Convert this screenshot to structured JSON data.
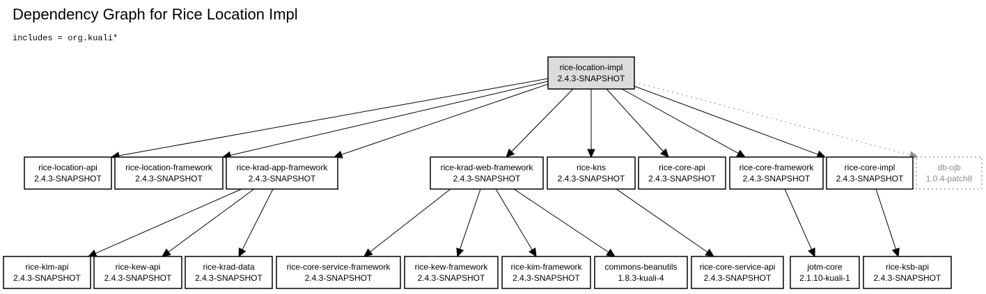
{
  "header": {
    "title": "Dependency Graph for Rice Location Impl",
    "filter": "includes = org.kuali*"
  },
  "graph": {
    "nodes": [
      {
        "id": "rice-location-impl",
        "name": "rice-location-impl",
        "version": "2.4.3-SNAPSHOT",
        "kind": "root"
      },
      {
        "id": "rice-location-api",
        "name": "rice-location-api",
        "version": "2.4.3-SNAPSHOT",
        "kind": "normal"
      },
      {
        "id": "rice-location-framework",
        "name": "rice-location-framework",
        "version": "2.4.3-SNAPSHOT",
        "kind": "normal"
      },
      {
        "id": "rice-krad-app-framework",
        "name": "rice-krad-app-framework",
        "version": "2.4.3-SNAPSHOT",
        "kind": "normal"
      },
      {
        "id": "rice-krad-web-framework",
        "name": "rice-krad-web-framework",
        "version": "2.4.3-SNAPSHOT",
        "kind": "normal"
      },
      {
        "id": "rice-kns",
        "name": "rice-kns",
        "version": "2.4.3-SNAPSHOT",
        "kind": "normal"
      },
      {
        "id": "rice-core-api",
        "name": "rice-core-api",
        "version": "2.4.3-SNAPSHOT",
        "kind": "normal"
      },
      {
        "id": "rice-core-framework",
        "name": "rice-core-framework",
        "version": "2.4.3-SNAPSHOT",
        "kind": "normal"
      },
      {
        "id": "rice-core-impl",
        "name": "rice-core-impl",
        "version": "2.4.3-SNAPSHOT",
        "kind": "normal"
      },
      {
        "id": "db-ojb",
        "name": "db-ojb",
        "version": "1.0.4-patch8",
        "kind": "optional"
      },
      {
        "id": "rice-kim-api",
        "name": "rice-kim-api",
        "version": "2.4.3-SNAPSHOT",
        "kind": "normal"
      },
      {
        "id": "rice-kew-api",
        "name": "rice-kew-api",
        "version": "2.4.3-SNAPSHOT",
        "kind": "normal"
      },
      {
        "id": "rice-krad-data",
        "name": "rice-krad-data",
        "version": "2.4.3-SNAPSHOT",
        "kind": "normal"
      },
      {
        "id": "rice-core-service-framework",
        "name": "rice-core-service-framework",
        "version": "2.4.3-SNAPSHOT",
        "kind": "normal"
      },
      {
        "id": "rice-kew-framework",
        "name": "rice-kew-framework",
        "version": "2.4.3-SNAPSHOT",
        "kind": "normal"
      },
      {
        "id": "rice-kim-framework",
        "name": "rice-kim-framework",
        "version": "2.4.3-SNAPSHOT",
        "kind": "normal"
      },
      {
        "id": "commons-beanutils",
        "name": "commons-beanutils",
        "version": "1.8.3-kuali-4",
        "kind": "normal"
      },
      {
        "id": "rice-core-service-api",
        "name": "rice-core-service-api",
        "version": "2.4.3-SNAPSHOT",
        "kind": "normal"
      },
      {
        "id": "jotm-core",
        "name": "jotm-core",
        "version": "2.1.10-kuali-1",
        "kind": "normal"
      },
      {
        "id": "rice-ksb-api",
        "name": "rice-ksb-api",
        "version": "2.4.3-SNAPSHOT",
        "kind": "normal"
      }
    ],
    "edges": [
      {
        "from": "rice-location-impl",
        "to": "rice-location-api",
        "style": "solid"
      },
      {
        "from": "rice-location-impl",
        "to": "rice-location-framework",
        "style": "solid"
      },
      {
        "from": "rice-location-impl",
        "to": "rice-krad-app-framework",
        "style": "solid"
      },
      {
        "from": "rice-location-impl",
        "to": "rice-krad-web-framework",
        "style": "solid"
      },
      {
        "from": "rice-location-impl",
        "to": "rice-kns",
        "style": "solid"
      },
      {
        "from": "rice-location-impl",
        "to": "rice-core-api",
        "style": "solid"
      },
      {
        "from": "rice-location-impl",
        "to": "rice-core-framework",
        "style": "solid"
      },
      {
        "from": "rice-location-impl",
        "to": "rice-core-impl",
        "style": "solid"
      },
      {
        "from": "rice-location-impl",
        "to": "db-ojb",
        "style": "dotted"
      },
      {
        "from": "rice-krad-app-framework",
        "to": "rice-kim-api",
        "style": "solid"
      },
      {
        "from": "rice-krad-app-framework",
        "to": "rice-kew-api",
        "style": "solid"
      },
      {
        "from": "rice-krad-app-framework",
        "to": "rice-krad-data",
        "style": "solid"
      },
      {
        "from": "rice-krad-web-framework",
        "to": "rice-core-service-framework",
        "style": "solid"
      },
      {
        "from": "rice-krad-web-framework",
        "to": "rice-kew-framework",
        "style": "solid"
      },
      {
        "from": "rice-krad-web-framework",
        "to": "rice-kim-framework",
        "style": "solid"
      },
      {
        "from": "rice-krad-web-framework",
        "to": "commons-beanutils",
        "style": "solid"
      },
      {
        "from": "rice-kns",
        "to": "rice-core-service-api",
        "style": "solid"
      },
      {
        "from": "rice-core-framework",
        "to": "jotm-core",
        "style": "solid"
      },
      {
        "from": "rice-core-impl",
        "to": "rice-ksb-api",
        "style": "solid"
      }
    ]
  }
}
